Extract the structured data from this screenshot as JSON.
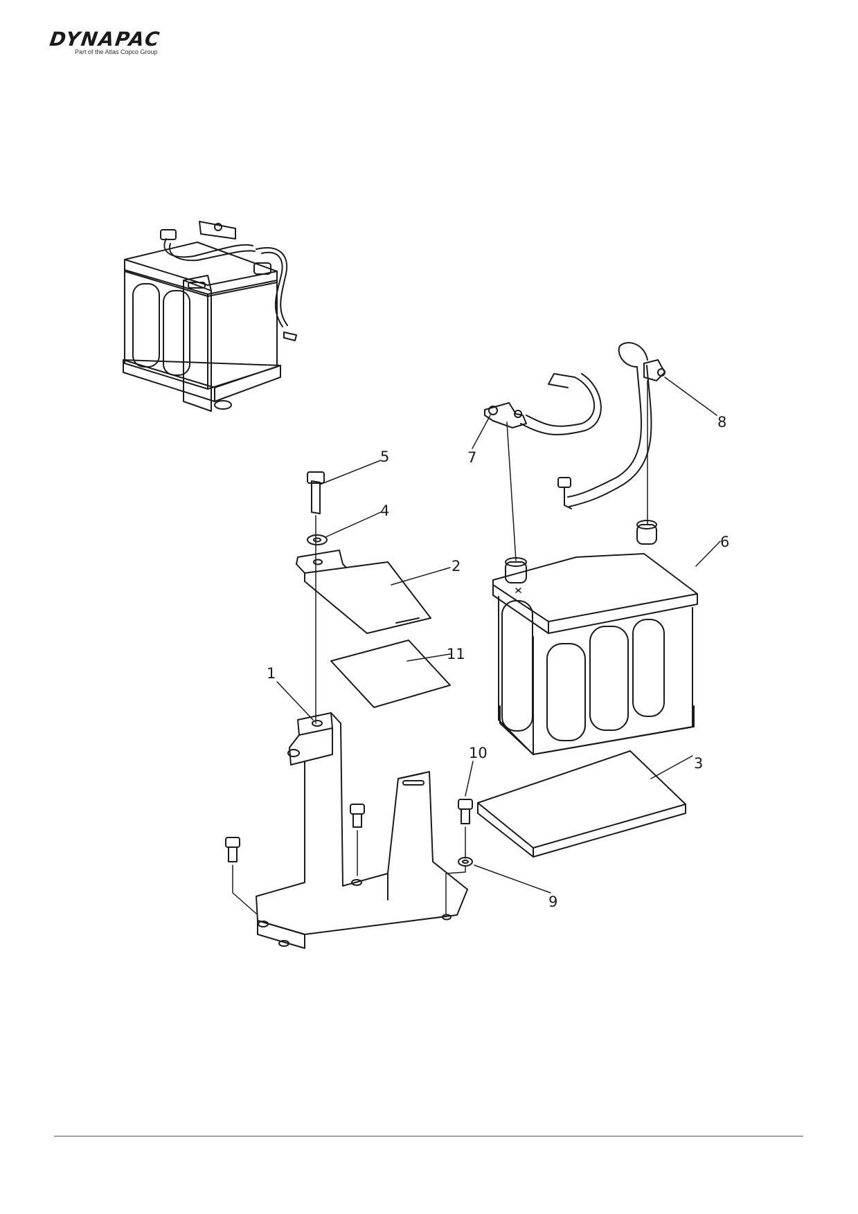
{
  "header": {
    "brand": "DYNAPAC",
    "tagline": "Part of the Atlas Copco Group"
  },
  "diagram": {
    "callouts": [
      {
        "id": "1",
        "label": "1"
      },
      {
        "id": "2",
        "label": "2"
      },
      {
        "id": "3",
        "label": "3"
      },
      {
        "id": "4",
        "label": "4"
      },
      {
        "id": "5",
        "label": "5"
      },
      {
        "id": "6",
        "label": "6"
      },
      {
        "id": "7",
        "label": "7"
      },
      {
        "id": "8",
        "label": "8"
      },
      {
        "id": "9",
        "label": "9"
      },
      {
        "id": "10",
        "label": "10"
      },
      {
        "id": "11",
        "label": "11"
      }
    ]
  }
}
